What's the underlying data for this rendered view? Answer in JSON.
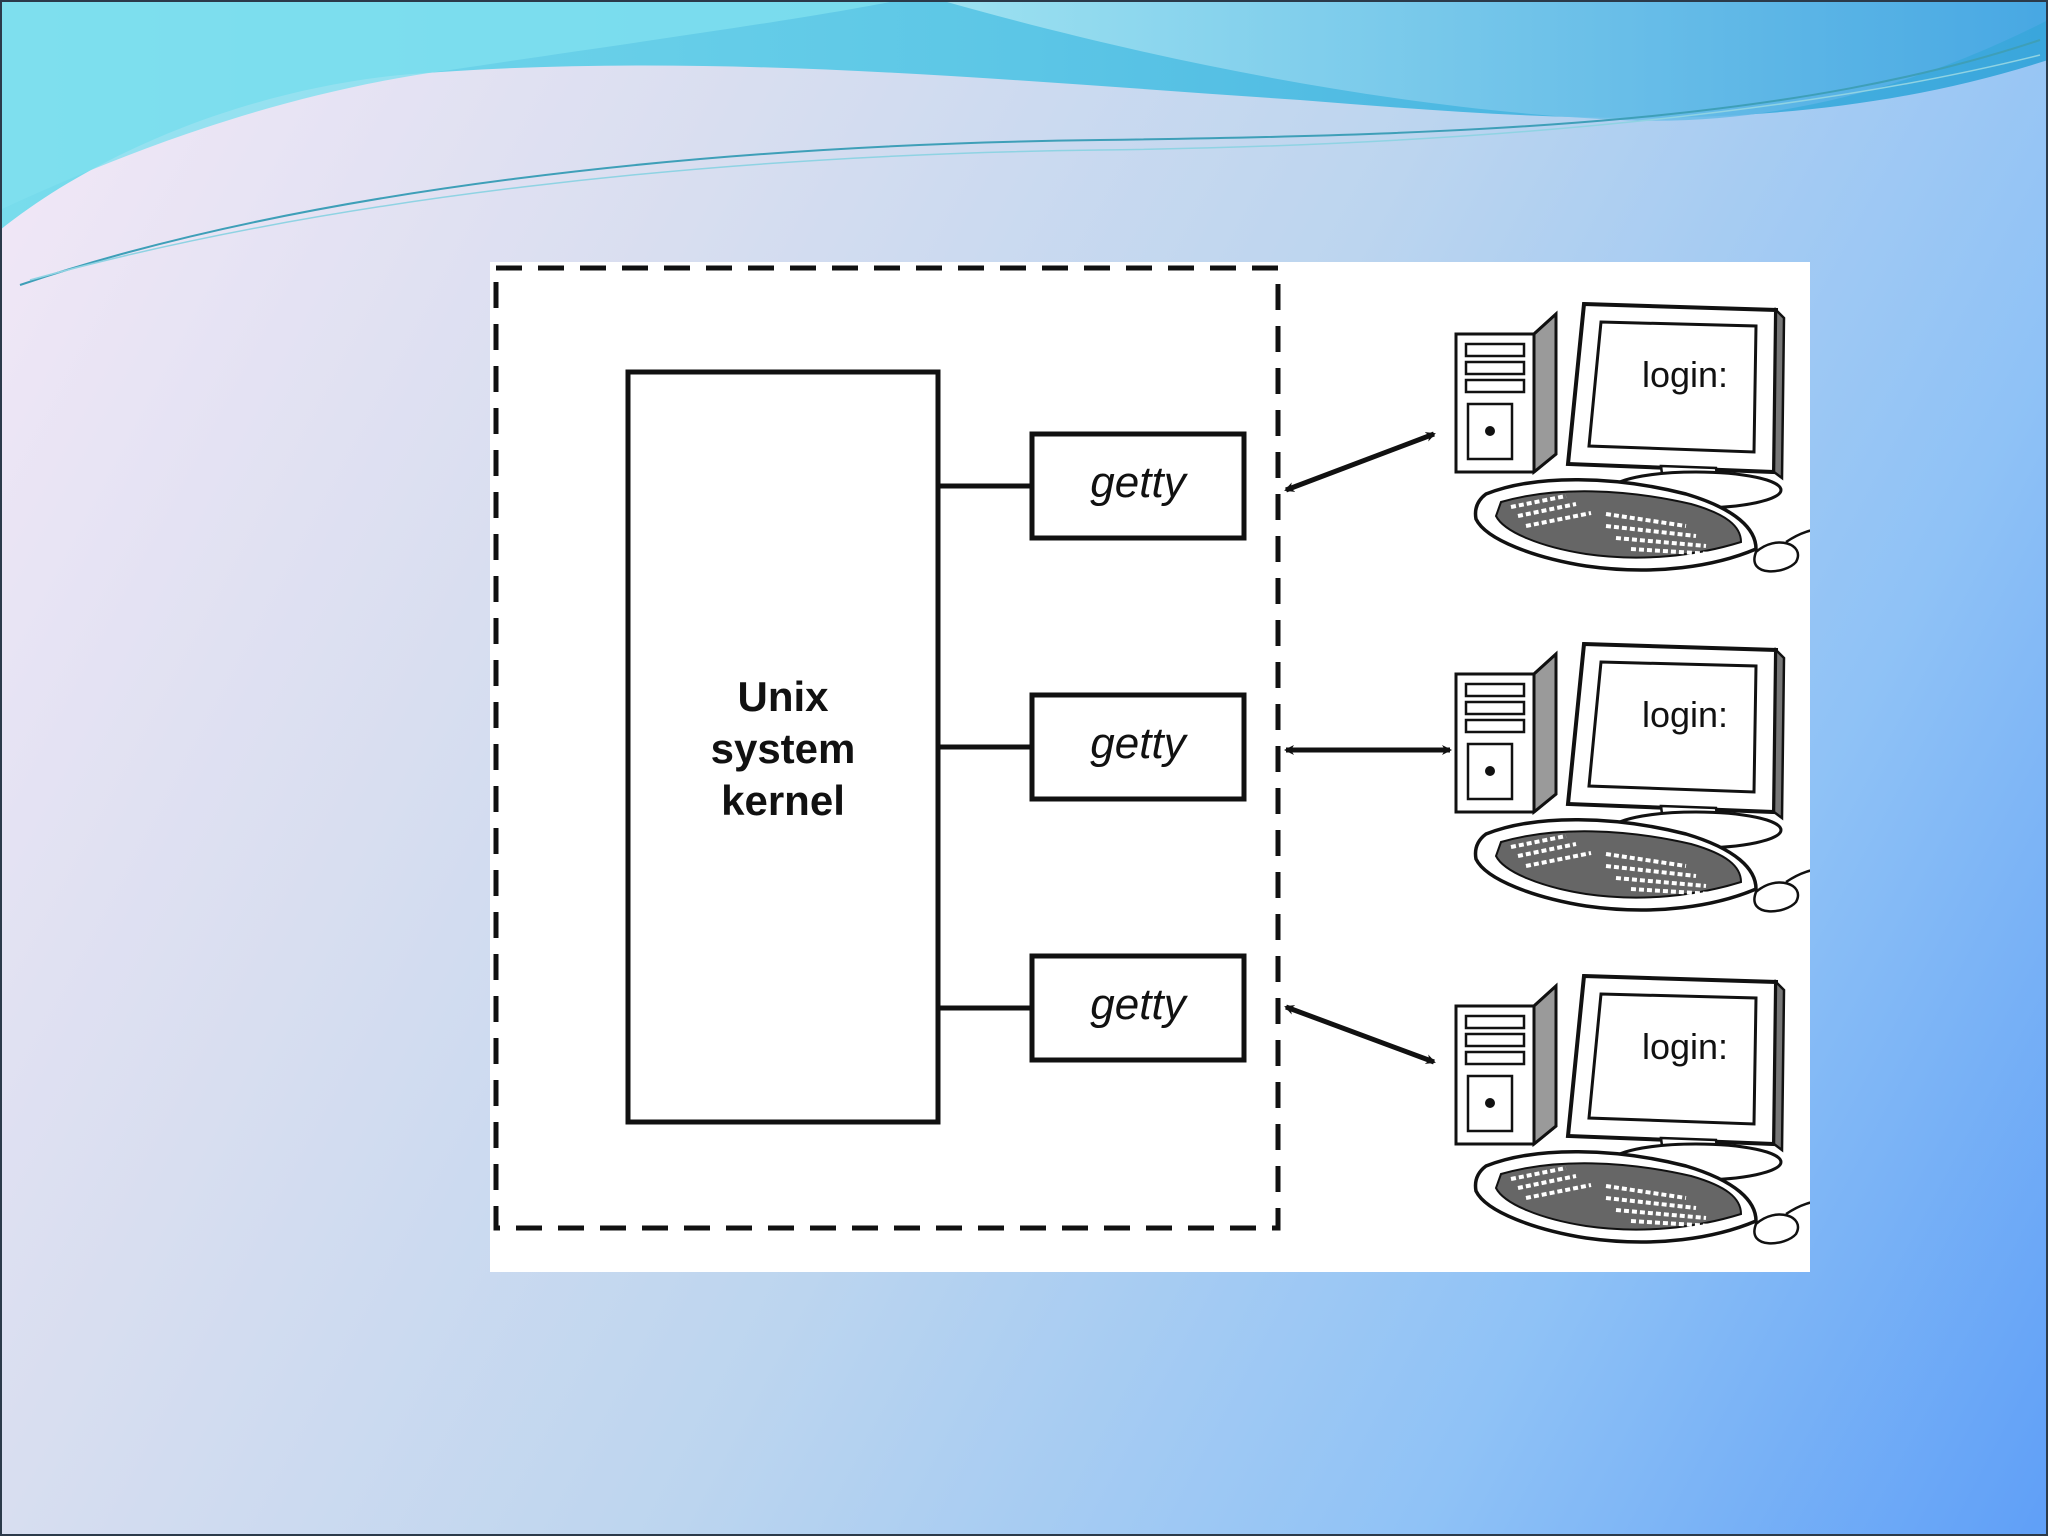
{
  "diagram": {
    "kernel_label": [
      "Unix",
      "system",
      "kernel"
    ],
    "getty_labels": [
      "getty",
      "getty",
      "getty"
    ],
    "terminal_labels": [
      "login:",
      "login:",
      "login:"
    ]
  },
  "colors": {
    "background_start": "#f4e8f7",
    "background_end": "#5f9ff7",
    "wave": "#4fc3e0",
    "line": "#111111"
  }
}
